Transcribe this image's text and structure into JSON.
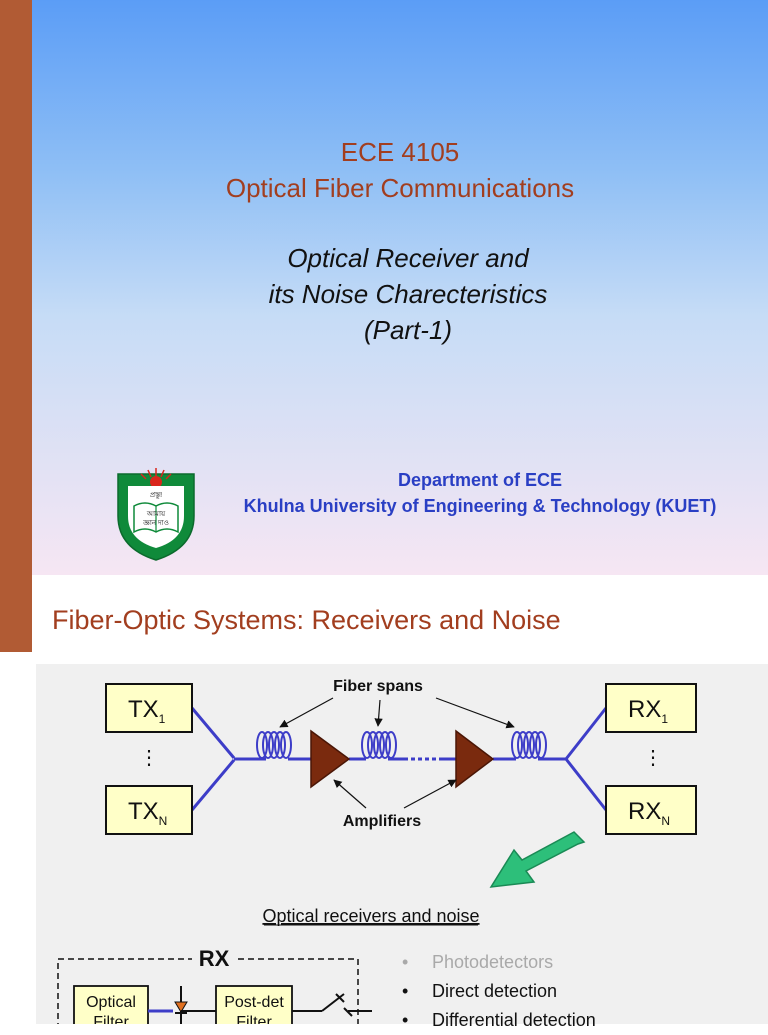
{
  "slide1": {
    "course_code": "ECE 4105",
    "course_name": "Optical Fiber Communications",
    "subtitle_lines": [
      "Optical Receiver and",
      "its Noise Charecteristics",
      "(Part-1)"
    ],
    "department": "Department of ECE",
    "university": "Khulna University of Engineering & Technology (KUET)",
    "logo": {
      "icon": "kuet-logo-icon",
      "motto_lines": [
        "প্রস্তু!",
        "আমায়",
        "জ্ঞান দাও"
      ],
      "colors": {
        "shield": "#0f8a3a",
        "sun": "#d9261c",
        "book": "#ffffff"
      }
    }
  },
  "slide2": {
    "title": "Fiber-Optic Systems: Receivers and Noise",
    "diagram": {
      "tx_top": {
        "label": "TX",
        "subscript": "1"
      },
      "tx_bottom": {
        "label": "TX",
        "subscript": "N"
      },
      "rx_top": {
        "label": "RX",
        "subscript": "1"
      },
      "rx_bottom": {
        "label": "RX",
        "subscript": "N"
      },
      "ellipsis": "⋮",
      "fiber_spans_label": "Fiber spans",
      "amplifiers_label": "Amplifiers",
      "caption": "Optical receivers and noise",
      "rx_block_label": "RX",
      "optical_filter_lines": [
        "Optical",
        "Filter"
      ],
      "post_det_filter_lines": [
        "Post-det",
        "Filter"
      ],
      "colors": {
        "box_fill": "#ffffc8",
        "fiber": "#3d3dc8",
        "amplifier": "#7a2a0e",
        "arrow": "#2dbf7a"
      }
    },
    "bullets": [
      {
        "text": "Photodetectors",
        "muted": true
      },
      {
        "text": "Direct detection",
        "muted": false
      },
      {
        "text": "Differential detection",
        "muted": false
      }
    ]
  }
}
